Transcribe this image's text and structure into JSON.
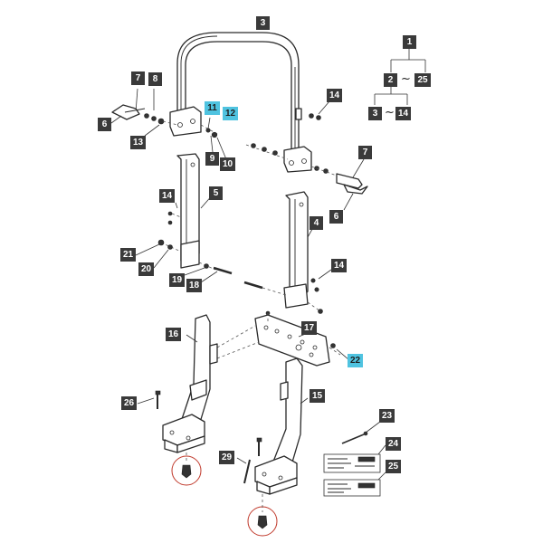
{
  "diagram": {
    "callouts": {
      "c1": "1",
      "c2": "2",
      "c25_tree": "25",
      "c3_tree": "3",
      "c14_tree": "14",
      "c3": "3",
      "c7a": "7",
      "c8": "8",
      "c6a": "6",
      "c13": "13",
      "c11": "11",
      "c12": "12",
      "c9": "9",
      "c10": "10",
      "c14a": "14",
      "c7b": "7",
      "c6b": "6",
      "c14b": "14",
      "c5": "5",
      "c4": "4",
      "c21": "21",
      "c20": "20",
      "c19": "19",
      "c18": "18",
      "c14c": "14",
      "c16": "16",
      "c17": "17",
      "c22": "22",
      "c26": "26",
      "c15": "15",
      "c23": "23",
      "c24": "24",
      "c25": "25",
      "c29": "29"
    },
    "tree_separator": "~",
    "highlight_color": "#4fc3e0",
    "callout_color": "#3a3a3a",
    "circle_color": "#c0392b"
  }
}
